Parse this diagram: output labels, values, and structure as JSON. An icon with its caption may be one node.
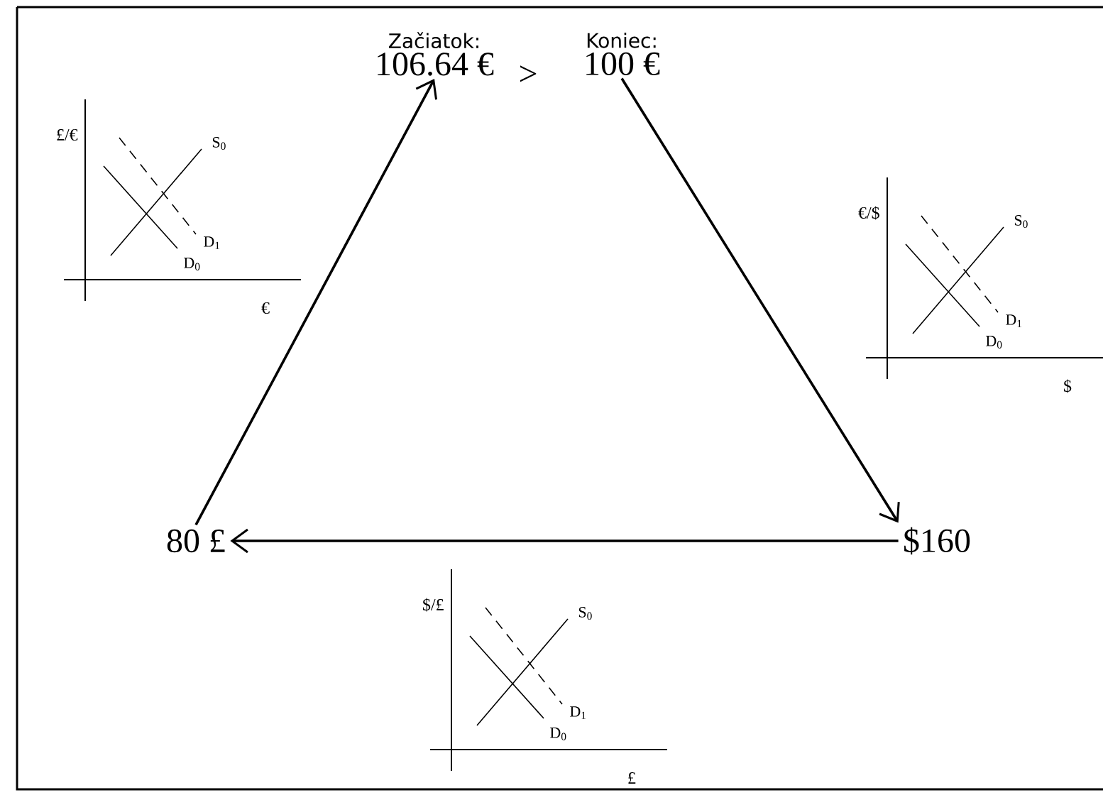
{
  "diagram": {
    "nodes": [
      {
        "text": [
          "Začiatok:",
          "106.64 €"
        ]
      },
      {
        "text": [
          "Koniec:",
          "100 €"
        ]
      },
      {
        "text": [
          "$160"
        ]
      },
      {
        "text": [
          "80 £"
        ]
      }
    ],
    "edges": [
      {
        "from": 3,
        "to": 0,
        "arrow": "to"
      },
      {
        "from": 1,
        "to": 2,
        "arrow": "to"
      },
      {
        "from": 2,
        "to": 3,
        "arrow": "to"
      }
    ],
    "labels": [
      ">",
      "£/€",
      "S$_{0}$",
      "D$_{1}$",
      "D$_{0}$",
      "€",
      "€/$",
      "S$_{0}$",
      "D$_{1}$",
      "D$_{0}$",
      "$",
      "$/£",
      "S$_{0}$",
      "D$_{1}$",
      "D$_{0}$",
      "£"
    ]
  }
}
